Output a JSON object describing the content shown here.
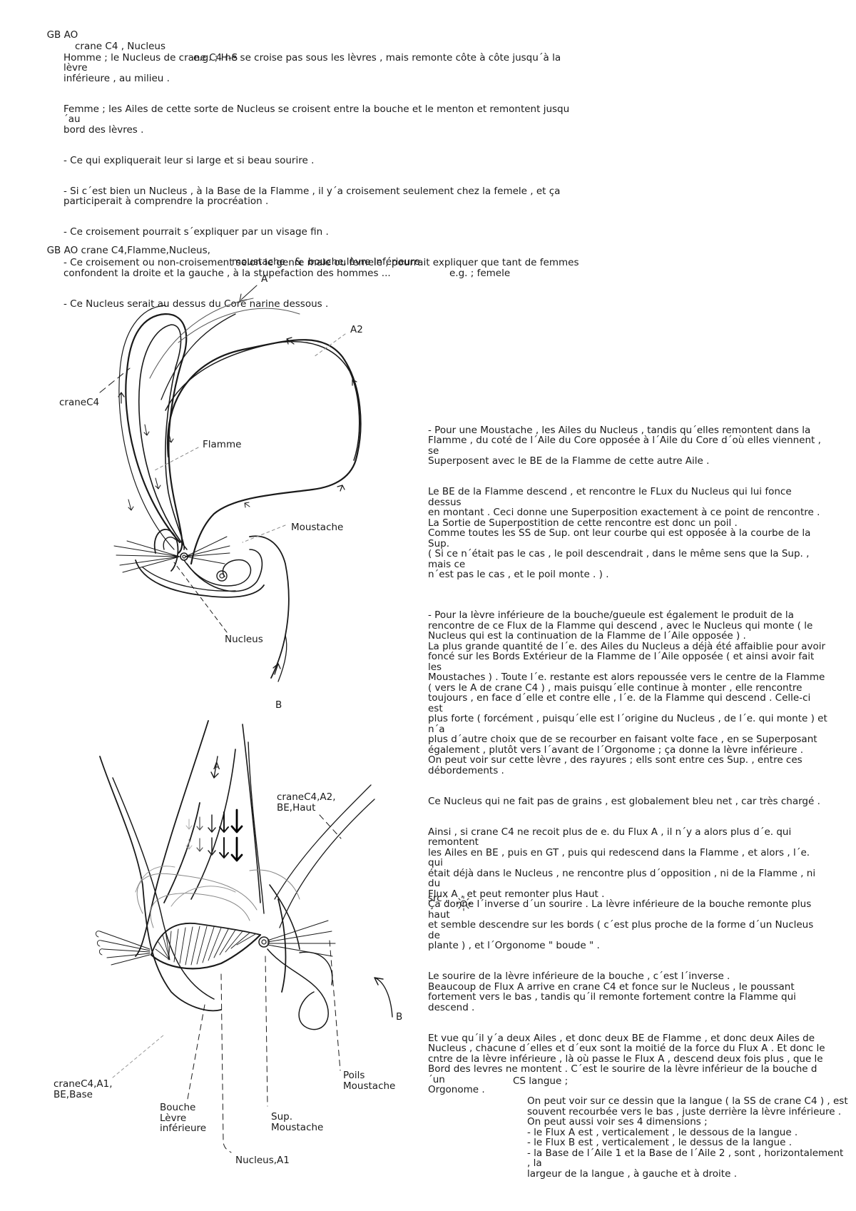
{
  "header1": {
    "left": "GB AO",
    "middle": "crane C4 , Nucleus",
    "right": "e.g. ; H-S"
  },
  "intro": [
    "Homme ; le Nucleus de crane C4 ne se croise pas sous les lèvres , mais remonte côte à côte jusqu´à la lèvre\ninférieure , au milieu .",
    "Femme ; les Ailes de cette sorte de Nucleus se croisent entre la bouche et le menton et remontent jusqu´au\nbord des lèvres .",
    "- Ce qui expliquerait leur si large et si beau sourire .",
    "- Si c´est bien un Nucleus , à la Base de la Flamme , il y´a croisement seulement chez la femele , et ça\nparticiperait à comprendre la procréation .",
    "- Ce croisement pourrait s´expliquer par un visage fin .",
    "- Ce croisement ou non-croisement selon le genre male ou femele , pourrait expliquer que tant de femmes\nconfondent la droite et la gauche , à la stupefaction des hommes ...",
    "- Ce Nucleus serait au dessus du Core narine dessous ."
  ],
  "header2": {
    "left": "GB AO crane C4,Flamme,Nucleus,",
    "middle": "moustache   &  bouche,lèvre inférieure",
    "right": "e.g. ; femele"
  },
  "diagram1_labels": {
    "a": "A",
    "a2": "A2",
    "crane": "craneC4",
    "flamme": "Flamme",
    "moustache": "Moustache",
    "nucleus": "Nucleus",
    "b": "B"
  },
  "right_text": [
    "-  Pour une Moustache , les Ailes du Nucleus , tandis qu´elles remontent dans la\nFlamme , du coté de l´Aile du Core opposée à l´Aile du Core d´où elles viennent , se\nSuperposent avec le BE de la Flamme de cette autre Aile .",
    "Le BE de la Flamme descend , et rencontre le FLux du Nucleus qui lui fonce dessus\nen montant . Ceci donne une Superposition exactement à ce point de rencontre .\nLa Sortie de Superpostition de cette rencontre est donc un poil .\nComme toutes les SS de Sup. ont leur courbe qui est opposée à la courbe de la Sup.\n( Si ce n´était pas le cas , le poil descendrait , dans le même sens que la Sup. , mais ce\nn´est pas le cas , et le poil monte . ) .",
    "-  Pour la lèvre inférieure de la bouche/gueule est également le produit de la\nrencontre de ce Flux de la Flamme qui descend , avec le Nucleus qui monte ( le\nNucleus qui est la continuation de la Flamme de l´Aile opposée ) .\nLa plus grande quantité de l´e. des Ailes du Nucleus a déjà été affaiblie pour avoir\nfoncé sur les Bords Extérieur de la Flamme de l´Aile opposée ( et ainsi avoir fait les\nMoustaches ) . Toute l´e. restante est alors repoussée vers le centre de la Flamme\n( vers le A de crane C4 ) , mais puisqu´elle continue à monter , elle rencontre\ntoujours , en face d´elle et contre elle , l´e. de la Flamme qui descend . Celle-ci est\nplus forte ( forcément , puisqu´elle est l´origine du Nucleus , de l´e. qui monte ) et n´a\nplus d´autre choix que de se recourber en faisant volte face , en se Superposant\négalement , plutôt vers l´avant de l´Orgonome ; ça donne la lèvre inférieure .\nOn peut voir sur cette lèvre , des rayures ; ells sont entre ces Sup. , entre ces\ndébordements .",
    "Ce Nucleus qui ne fait pas de grains , est globalement bleu net , car très chargé .",
    "Ainsi , si crane C4 ne recoit plus de e. du Flux A , il n´y a alors plus d´e. qui remontent\nles Ailes en BE , puis en GT , puis qui redescend dans la Flamme , et alors , l´e. qui\nétait déjà dans le Nucleus , ne rencontre plus d´opposition , ni de la Flamme , ni du\nFlux A , et peut remonter plus Haut .\nÇa donne l´inverse d´un sourire . La lèvre inférieure de la bouche remonte plus haut\net semble descendre sur les bords ( c´est plus proche de la forme d´un Nucleus de\nplante ) , et l´Orgonome \" boude \" .",
    "Le sourire de la lèvre inférieure de la bouche , c´est l´inverse .\nBeaucoup de Flux A arrive en crane C4 et fonce sur le Nucleus , le poussant\nfortement vers le bas , tandis qu´il remonte fortement contre la Flamme qui\ndescend .",
    "Et vue qu´il y´a deux Ailes , et donc deux BE de Flamme , et donc deux Ailes de\nNucleus , chacune d´elles et d´eux sont la moitié de la force du Flux A . Et donc le\ncntre de la lèvre inférieure , là où passe le Flux A , descend deux fois plus , que le\nBord des levres ne montent . C´est le sourire de la lèvre inférieur de la bouche d´un\nOrgonome ."
  ],
  "src_label": "src ;",
  "diagram2_labels": {
    "a": "A",
    "crane_a2": "craneC4,A2,\nBE,Haut",
    "b": "B",
    "crane_a1": "craneC4,A1,\nBE,Base",
    "bouche": "Bouche\nLèvre\ninférieure",
    "sup": "Sup.\nMoustache",
    "poils": "Poils\nMoustache",
    "nucleus_a1": "Nucleus,A1"
  },
  "cs": {
    "title": "CS   langue  ;",
    "body": "On peut voir sur ce dessin que la langue ( la SS de crane C4 ) , est\nsouvent recourbée vers le bas , juste derrière la lèvre inférieure .\nOn peut aussi voir ses 4 dimensions ;\n- le Flux A est , verticalement , le dessous de la langue .\n- le Flux B est , verticalement , le dessus de la langue .\n- la Base de l´Aile 1 et la Base de l´Aile 2 , sont , horizontalement , la\nlargeur de la langue , à gauche et à droite ."
  }
}
